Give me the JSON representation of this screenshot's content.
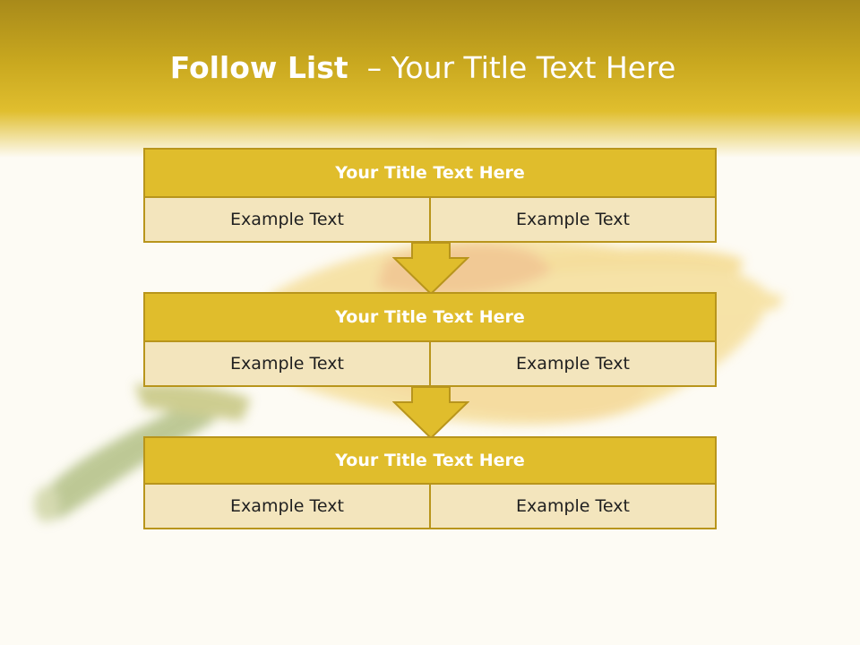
{
  "slide": {
    "title_bold": "Follow List",
    "title_rest": "  – Your Title Text Here"
  },
  "boxes": [
    {
      "title": "Your Title Text Here",
      "left": "Example Text",
      "right": "Example Text"
    },
    {
      "title": "Your Title Text Here",
      "left": "Example Text",
      "right": "Example Text"
    },
    {
      "title": "Your Title Text Here",
      "left": "Example Text",
      "right": "Example Text"
    }
  ],
  "colors": {
    "header": "#e0bd2c",
    "border": "#b8951c",
    "cell": "#f3e5bd",
    "arrow": "#e0bd2c"
  },
  "background_image": "faded-chili-peppers"
}
